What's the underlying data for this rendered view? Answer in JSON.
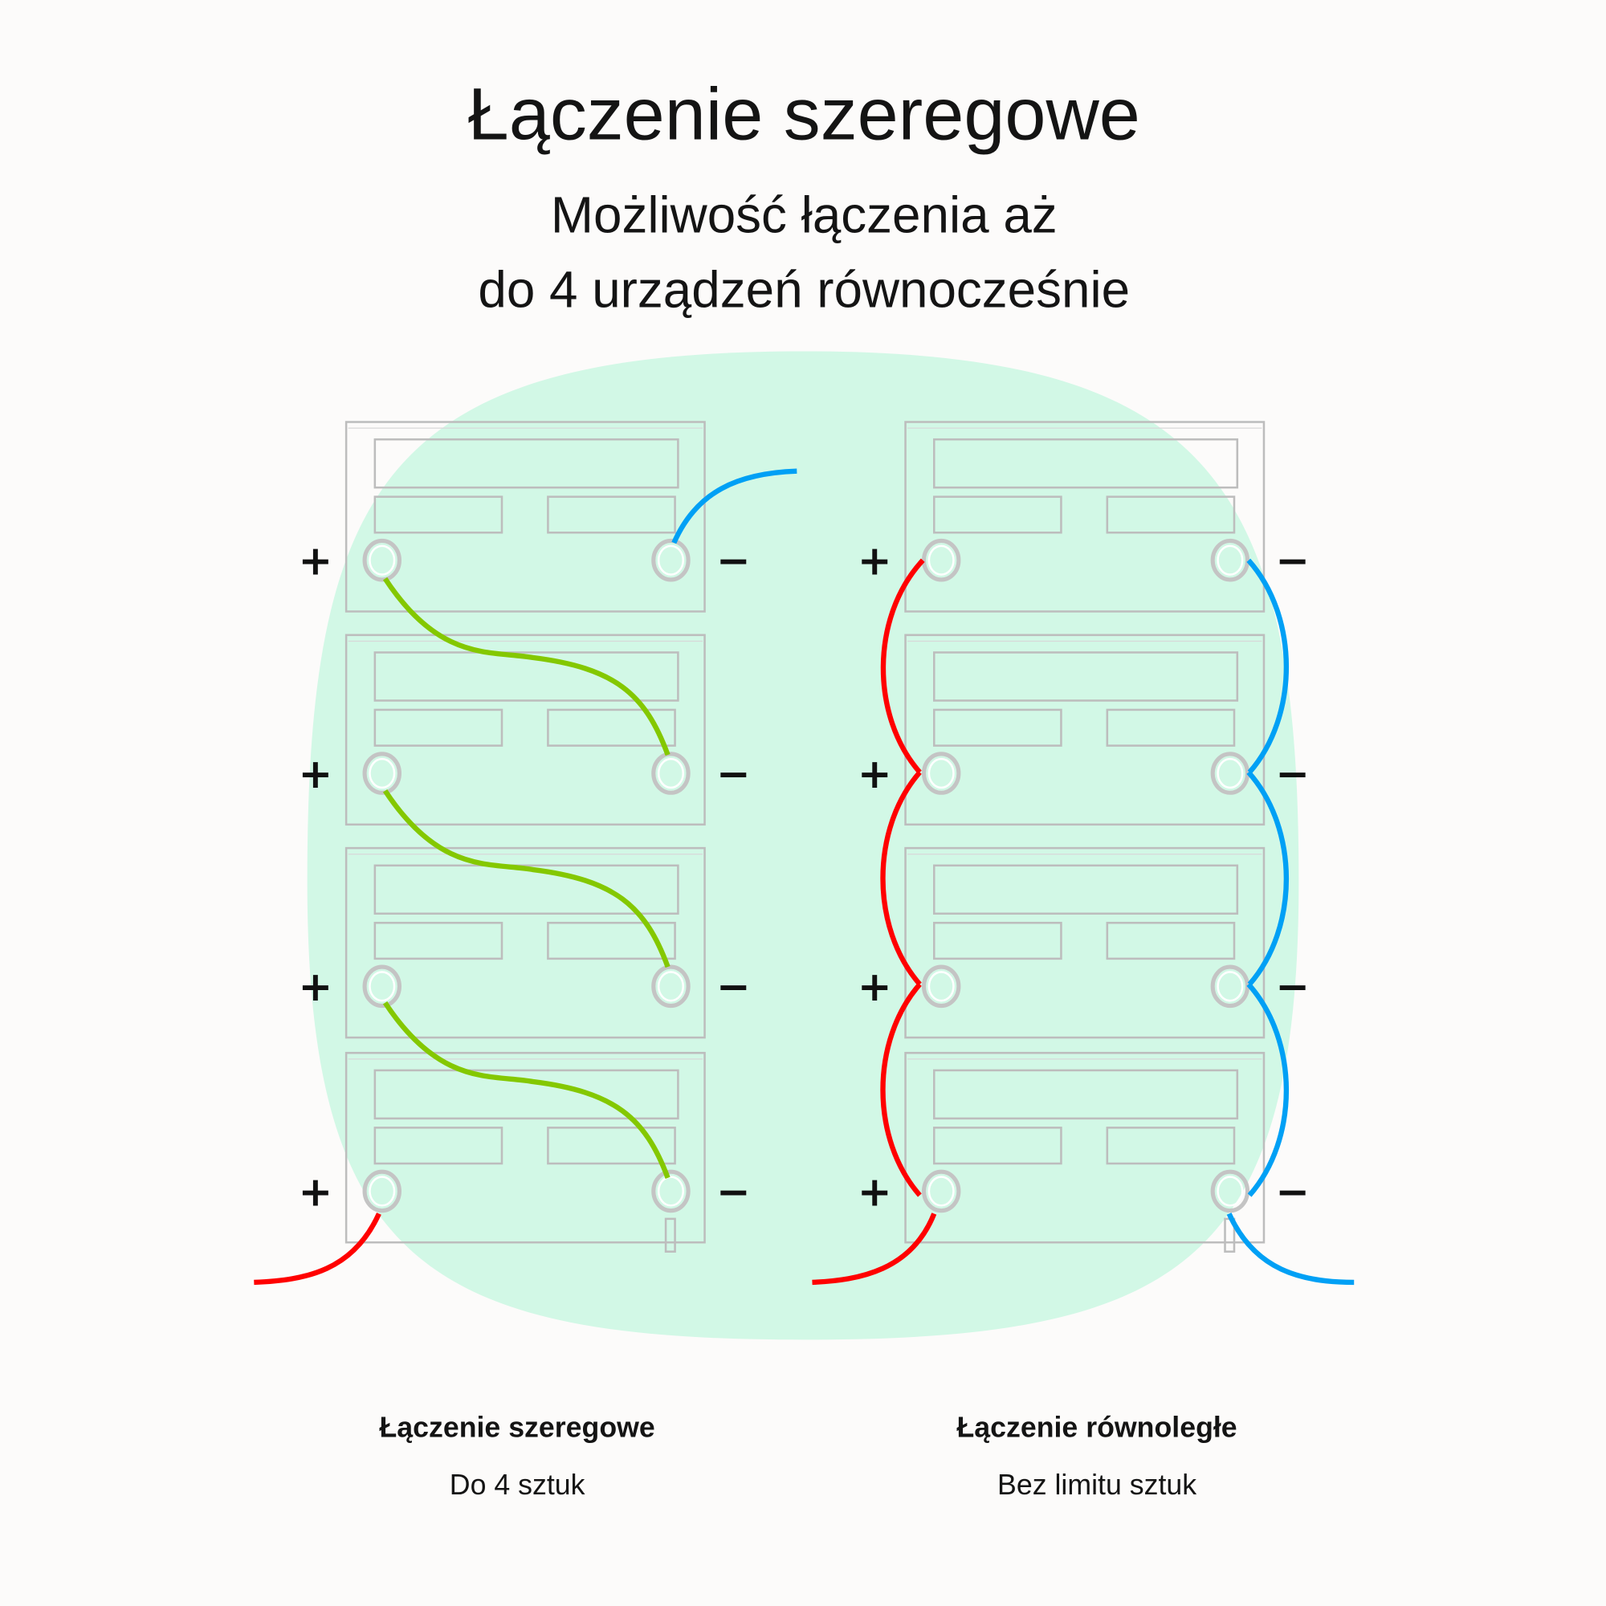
{
  "header": {
    "title": "Łączenie szeregowe",
    "subtitle_line1": "Możliwość łączenia aż",
    "subtitle_line2": "do 4 urządzeń równocześnie"
  },
  "diagrams": [
    {
      "caption_title": "Łączenie szeregowe",
      "caption_sub": "Do 4 sztuk",
      "battery_count": 4
    },
    {
      "caption_title": "Łączenie równoległe",
      "caption_sub": "Bez limitu sztuk",
      "battery_count": 4
    }
  ],
  "signs": {
    "plus": "+",
    "minus": "−"
  },
  "colors": {
    "background": "#fcfbfa",
    "blob": "#d2f8e6",
    "series_link": "#84c800",
    "positive": "#ff0000",
    "negative": "#00a0f5",
    "battery_outline": "#bdbdbd"
  }
}
